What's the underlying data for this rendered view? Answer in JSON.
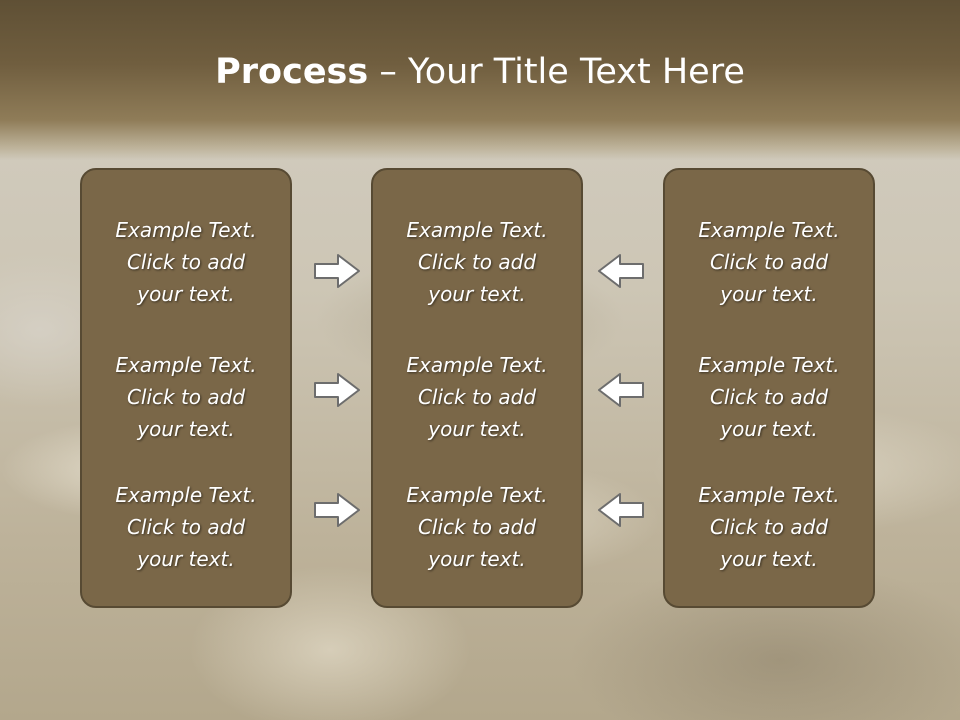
{
  "slide": {
    "title_bold": "Process",
    "title_rest": " – Your Title Text Here"
  },
  "columns": [
    {
      "items": [
        {
          "line1": "Example Text.",
          "line2": "Click  to add",
          "line3": "your text."
        },
        {
          "line1": "Example Text.",
          "line2": "Click  to add",
          "line3": "your text."
        },
        {
          "line1": "Example Text.",
          "line2": "Click  to add",
          "line3": "your text."
        }
      ]
    },
    {
      "items": [
        {
          "line1": "Example Text.",
          "line2": "Click  to add",
          "line3": "your text."
        },
        {
          "line1": "Example Text.",
          "line2": "Click  to add",
          "line3": "your text."
        },
        {
          "line1": "Example Text.",
          "line2": "Click  to add",
          "line3": "your text."
        }
      ]
    },
    {
      "items": [
        {
          "line1": "Example Text.",
          "line2": "Click  to add",
          "line3": "your text."
        },
        {
          "line1": "Example Text.",
          "line2": "Click  to add",
          "line3": "your text."
        },
        {
          "line1": "Example Text.",
          "line2": "Click  to add",
          "line3": "your text."
        }
      ]
    }
  ],
  "arrows": {
    "left_group": [
      "arrow-right-icon",
      "arrow-right-icon",
      "arrow-right-icon"
    ],
    "right_group": [
      "arrow-left-icon",
      "arrow-left-icon",
      "arrow-left-icon"
    ]
  },
  "colors": {
    "header": "#705e3f",
    "panel_fill": "#7a6748",
    "panel_border": "#574a33",
    "text": "#ffffff",
    "arrow_fill": "#ffffff",
    "arrow_stroke": "#6d6d6d"
  }
}
